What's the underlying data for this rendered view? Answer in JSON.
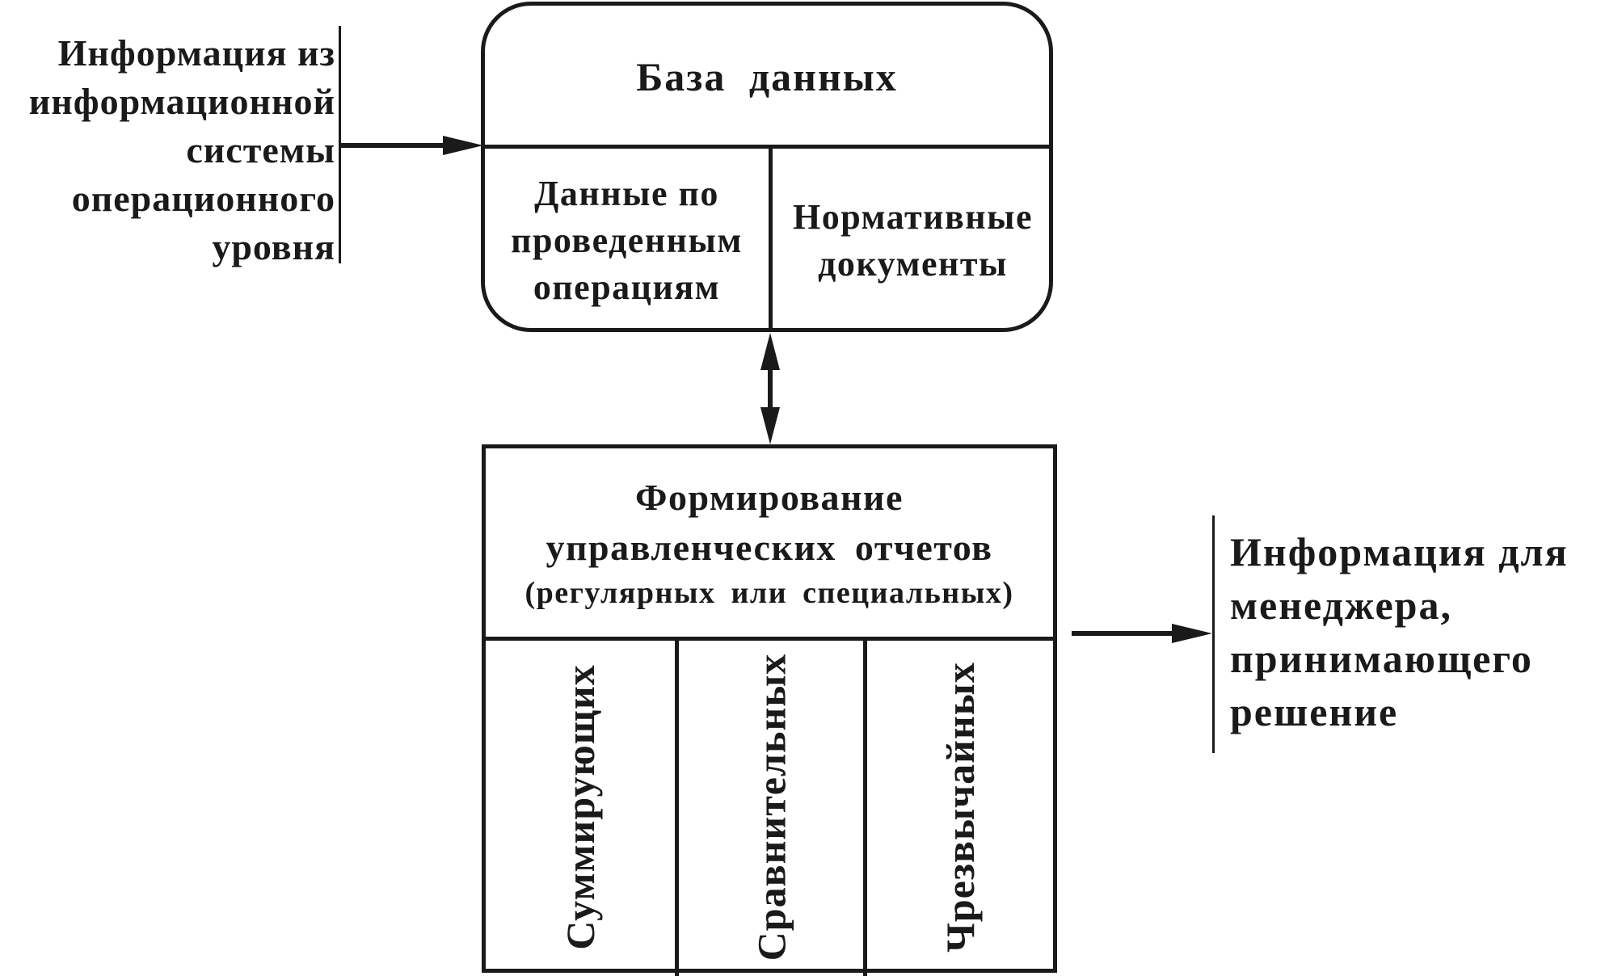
{
  "input": {
    "lines": [
      "Информация из",
      "информационной",
      "системы",
      "операционного",
      "уровня"
    ]
  },
  "database": {
    "title": "База данных",
    "left_cell": [
      "Данные по",
      "проведенным",
      "операциям"
    ],
    "right_cell": [
      "Нормативные",
      "документы"
    ]
  },
  "reports": {
    "title": [
      "Формирование",
      "управленческих отчетов",
      "(регулярных или специальных)"
    ],
    "columns": [
      "Суммирующих",
      "Сравнительных",
      "Чрезвычайных"
    ]
  },
  "output": {
    "lines": [
      "Информация для",
      "менеджера,",
      "принимающего",
      "решение"
    ]
  },
  "colors": {
    "ink": "#1a1a1a",
    "background": "#ffffff"
  }
}
